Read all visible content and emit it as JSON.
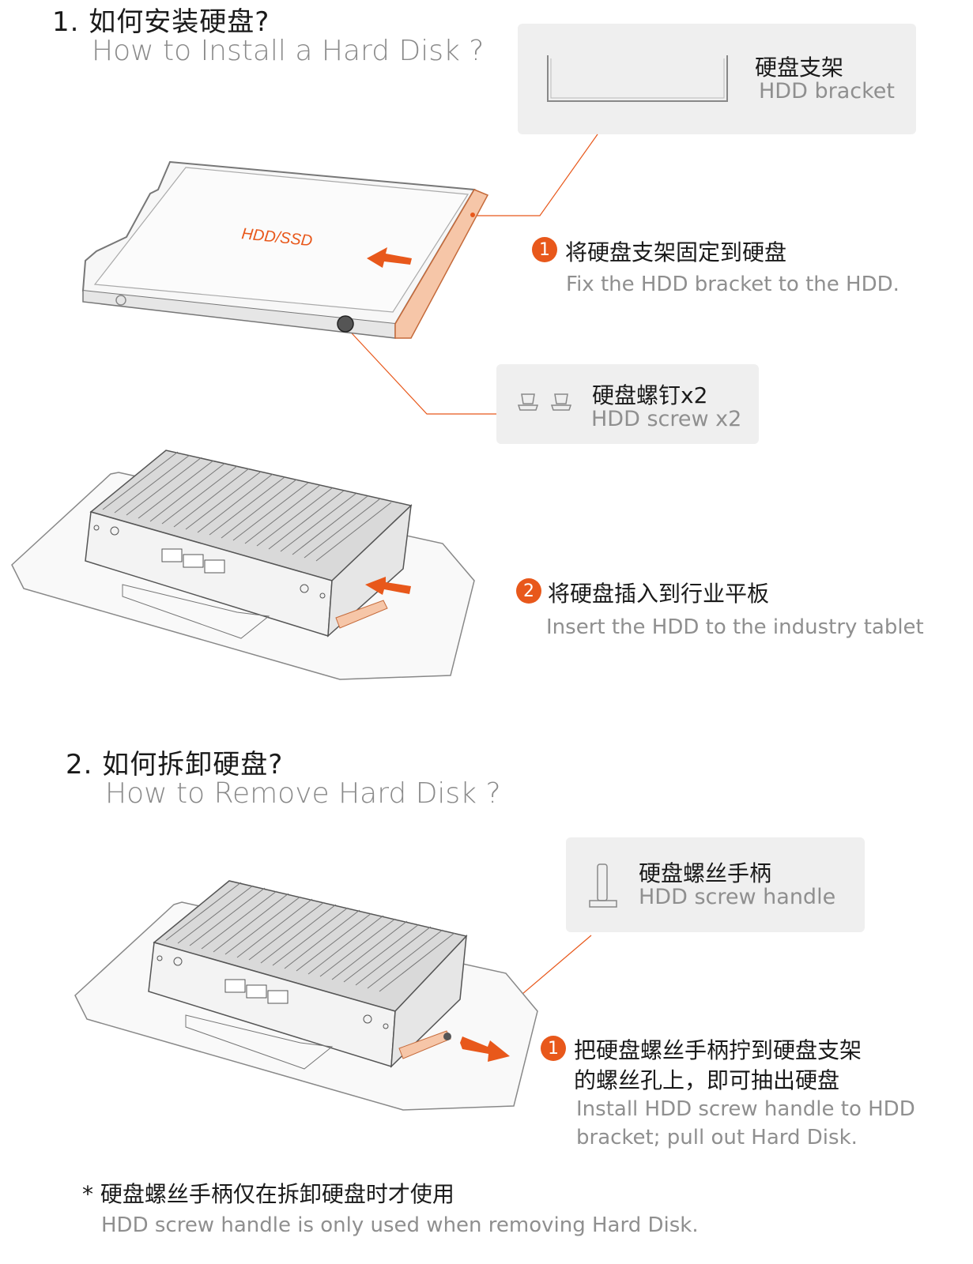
{
  "section1": {
    "title_cn": "1. 如何安装硬盘?",
    "title_en": "How to Install a Hard Disk ?",
    "bracket_box": {
      "label_cn": "硬盘支架",
      "label_en": "HDD bracket"
    },
    "disk_label": "HDD/SSD",
    "step1": {
      "num": "1",
      "cn": "将硬盘支架固定到硬盘",
      "en": "Fix the HDD bracket to the HDD."
    },
    "screw_box": {
      "label_cn": "硬盘螺钉x2",
      "label_en": "HDD screw x2"
    },
    "step2": {
      "num": "2",
      "cn": "将硬盘插入到行业平板",
      "en": "Insert the HDD to the industry tablet"
    }
  },
  "section2": {
    "title_cn": "2. 如何拆卸硬盘?",
    "title_en": "How to Remove Hard Disk ?",
    "handle_box": {
      "label_cn": "硬盘螺丝手柄",
      "label_en": "HDD screw handle"
    },
    "step1": {
      "num": "1",
      "cn_line1": "把硬盘螺丝手柄拧到硬盘支架",
      "cn_line2": "的螺丝孔上，即可抽出硬盘",
      "en_line1": "Install HDD screw handle to HDD",
      "en_line2": "bracket; pull out Hard Disk."
    }
  },
  "note": {
    "cn": "* 硬盘螺丝手柄仅在拆卸硬盘时才使用",
    "en": "HDD screw handle is only used when removing Hard Disk."
  },
  "colors": {
    "accent": "#e8581b",
    "bracket_fill": "#f6c6a8",
    "box_bg": "#efefef"
  }
}
